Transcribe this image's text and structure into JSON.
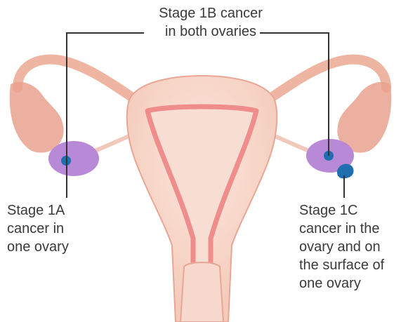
{
  "labels": {
    "stage_1b": [
      "Stage 1B cancer",
      "in both ovaries"
    ],
    "stage_1a": [
      "Stage 1A",
      "cancer in",
      "one ovary"
    ],
    "stage_1c": [
      "Stage 1C",
      "cancer in the",
      "ovary and on",
      "the surface of",
      "one ovary"
    ]
  },
  "colors": {
    "uterus_fill": "#f6d3c6",
    "uterus_outline": "#e8a696",
    "lining": "#ef8c8c",
    "ovary": "#b889d6",
    "tumor": "#1f6fb0",
    "tube": "#eeb6a2",
    "fimbriae": "#e9a28f",
    "pointer_line": "#333333"
  },
  "icons": [
    "uterus",
    "fallopian-tube",
    "ovary",
    "tumor"
  ]
}
